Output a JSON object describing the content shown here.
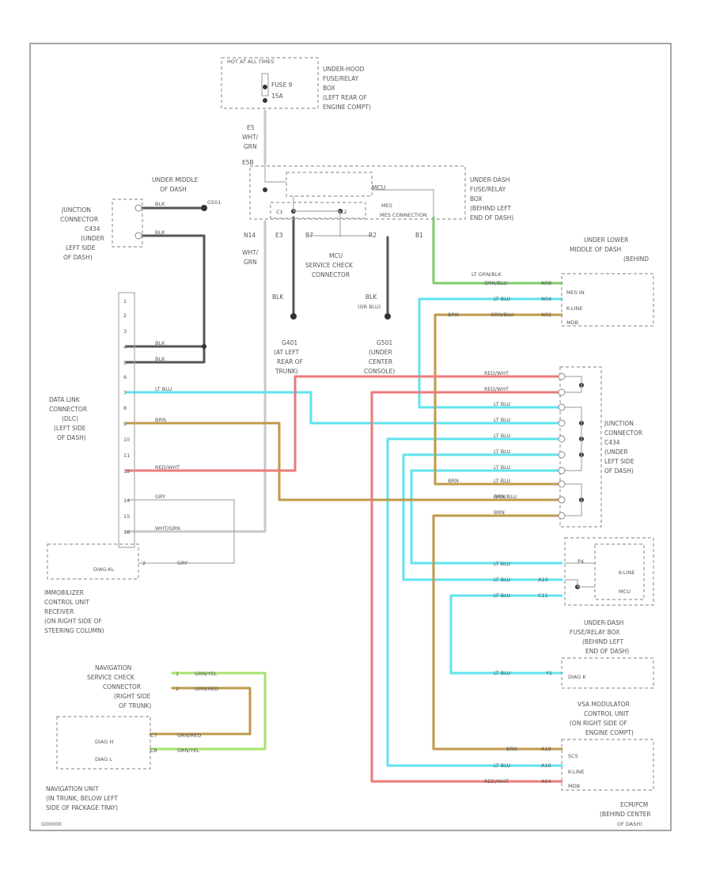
{
  "colors": {
    "lt_blu": "#5fe3ef",
    "brn": "#bf9a4a",
    "red_wht": "#ec7a7a",
    "grn_yel": "#a6e36d",
    "lt_grn_blk": "#7dcc6b",
    "blk": "#555555",
    "wht": "#c8c8c8"
  },
  "top": {
    "hot_label": "HOT AT ALL TIMES",
    "fuse_name": "FUSE 9",
    "fuse_amp": "15A",
    "underhood_lines": [
      "UNDER-HOOD",
      "FUSE/RELAY",
      "BOX",
      "(LEFT REAR OF",
      "ENGINE COMPT)"
    ],
    "wire_lines": [
      "E5",
      "WHT/",
      "GRN"
    ],
    "e5b_label": "E5B"
  },
  "underdash_top": {
    "mcu_label": "MCU",
    "mes_connection": "MES CONNECTION",
    "pin_labels": [
      "C1",
      "C2"
    ],
    "lines": [
      "UNDER-DASH",
      "FUSE/RELAY",
      "BOX",
      "(BEHIND LEFT",
      "END OF DASH)"
    ]
  },
  "junction_left": {
    "lines": [
      "JUNCTION",
      "CONNECTOR",
      "C434",
      "(UNDER",
      "LEFT SIDE",
      "OF DASH)"
    ],
    "under_middle": [
      "UNDER MIDDLE",
      "OF DASH",
      "G501"
    ],
    "wire_labels": [
      "BLK",
      "BLK"
    ]
  },
  "mcu_check": {
    "wire_labels": [
      "E3",
      "B7",
      "R2",
      "B1"
    ],
    "n14_lines": [
      "N14",
      "WHT/",
      "GRN"
    ],
    "lines": [
      "MCU",
      "SERVICE CHECK",
      "CONNECTOR"
    ],
    "blk_left": "BLK",
    "blk_right": [
      "BLK",
      "(OR BLU)"
    ],
    "g401_lines": [
      "G401",
      "(AT LEFT",
      "REAR OF",
      "TRUNK)"
    ],
    "g501_lines": [
      "G501",
      "(UNDER",
      "CENTER",
      "CONSOLE)"
    ]
  },
  "dlc": {
    "pins": [
      "1",
      "2",
      "3",
      "4",
      "5",
      "6",
      "7",
      "8",
      "9",
      "10",
      "11",
      "12",
      "14",
      "15",
      "16"
    ],
    "lines": [
      "DATA LINK",
      "CONNECTOR",
      "(DLC)",
      "(LEFT SIDE",
      "OF DASH)"
    ],
    "wire_labels": {
      "p4": "BLK",
      "p5": "BLK",
      "p7": "LT BLU",
      "p9": "BRN",
      "p12": "RED/WHT",
      "p14": "GRY",
      "p16": "WHT/GRN"
    }
  },
  "immobilizer": {
    "diag": "DIAG-KL",
    "pin": "2",
    "wire": "GRY",
    "lines": [
      "IMMOBILIZER",
      "CONTROL UNIT",
      "RECEIVER",
      "(ON RIGHT SIDE OF",
      "STEERING COLUMN)"
    ]
  },
  "lower_middle": {
    "lines": [
      "UNDER LOWER",
      "MIDDLE OF DASH",
      "(BEHIND"
    ],
    "pins": [
      "MES IN",
      "K-LINE",
      "MDB"
    ],
    "lt_grn_blk": "LT GRN/BLK",
    "wires": [
      {
        "label": "GRN/BLU",
        "pin": "N08"
      },
      {
        "label": "LT BLU",
        "pin": "N04"
      },
      {
        "label": "BRN",
        "label2": "GRN/BLU",
        "pin": "N02"
      }
    ]
  },
  "junction_right": {
    "lines": [
      "JUNCTION",
      "CONNECTOR",
      "C434",
      "(UNDER",
      "LEFT SIDE",
      "OF DASH)"
    ],
    "wires": [
      "RED/WHT",
      "RED/WHT",
      "LT BLU",
      "LT BLU",
      "LT BLU",
      "LT BLU",
      "LT BLU",
      "LT BLU",
      "BRN",
      "GRN/BLU",
      "BRN",
      "BRN"
    ]
  },
  "mcu_right": {
    "pins": [
      "K-LINE",
      "MCU"
    ],
    "p_label": "P4",
    "wires": [
      {
        "label": "LT BLU",
        "pin": ""
      },
      {
        "label": "LT BLU",
        "pin": "A10"
      },
      {
        "label": "LT BLU",
        "pin": "C11"
      }
    ]
  },
  "underdash_right": {
    "lines": [
      "UNDER-DASH",
      "FUSE/RELAY BOX",
      "(BEHIND LEFT",
      "END OF DASH)"
    ],
    "diag": "DIAG K",
    "wire": "LT BLU",
    "pin": "Y1"
  },
  "navi_check": {
    "lines": [
      "NAVIGATION",
      "SERVICE CHECK",
      "CONNECTOR",
      "(RIGHT SIDE",
      "OF TRUNK)"
    ],
    "wires": [
      {
        "pin": "1",
        "label": "GRN/YEL"
      },
      {
        "pin": "2",
        "label": "GRN/RED"
      }
    ]
  },
  "navi_unit": {
    "pins": [
      "DIAG H",
      "DIAG L"
    ],
    "wires": [
      {
        "pin": "C7",
        "label": "GRN/RED"
      },
      {
        "pin": "C8",
        "label": "GRN/YEL"
      }
    ],
    "lines": [
      "NAVIGATION UNIT",
      "(IN TRUNK, BELOW LEFT",
      "SIDE OF PACKAGE TRAY)"
    ]
  },
  "vsa": {
    "lines": [
      "VSA MODULATOR",
      "CONTROL UNIT",
      "(ON RIGHT SIDE OF",
      "ENGINE COMPT)"
    ],
    "pins": [
      "SCS",
      "K-LINE",
      "MDB"
    ],
    "wires": [
      {
        "label": "BRN",
        "pin": "A19"
      },
      {
        "label": "LT BLU",
        "pin": "A16"
      },
      {
        "label": "RED/WHT",
        "pin": "A04"
      }
    ]
  },
  "ecm": {
    "lines": [
      "ECM/PCM",
      "(BEHIND CENTER",
      "OF DASH)"
    ]
  },
  "figure_id": "G00000"
}
